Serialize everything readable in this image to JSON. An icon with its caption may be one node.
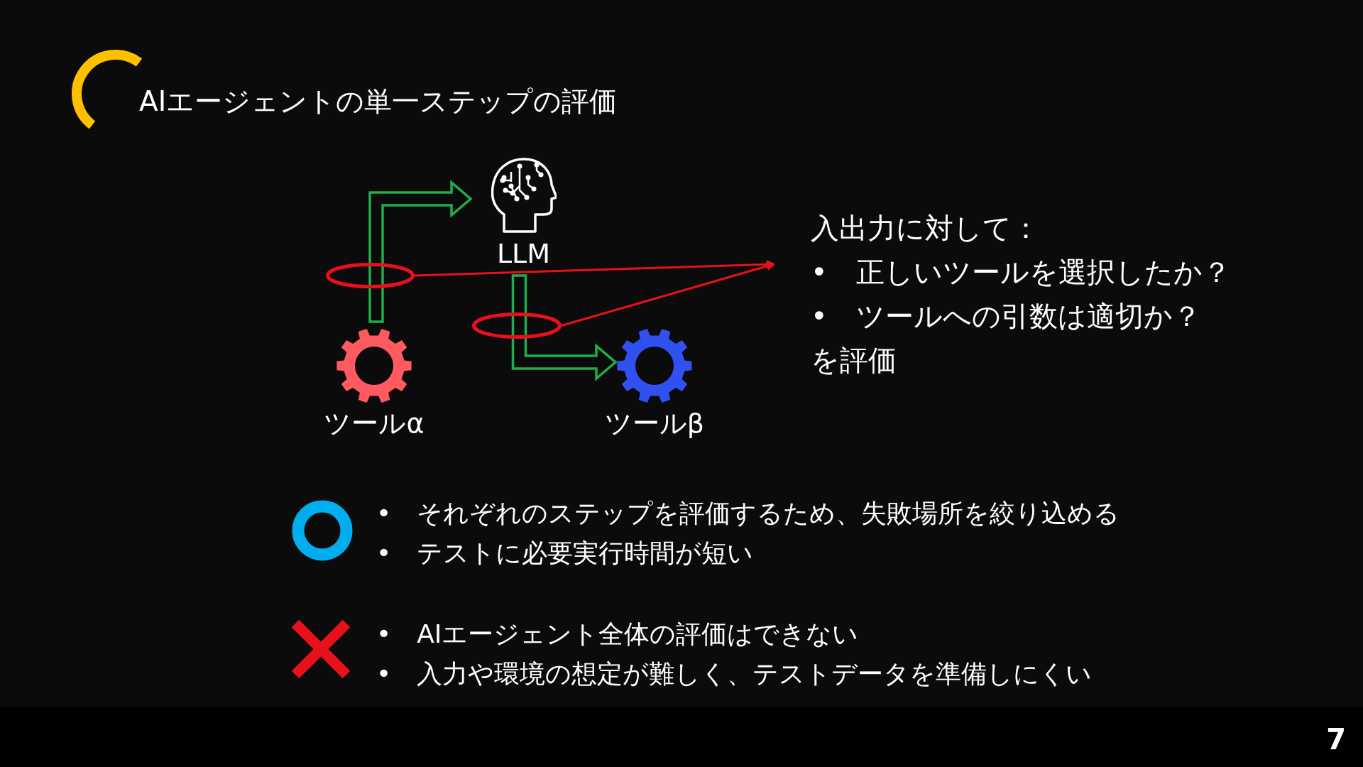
{
  "diagram": {
    "title": "AIエージェントの単一ステップの評価",
    "nodes": [
      {
        "text": [
          "LLM"
        ]
      },
      {
        "text": [
          "ツールα"
        ]
      },
      {
        "text": [
          "ツールβ"
        ]
      },
      {
        "text": [],
        "shape": "ellipse"
      },
      {
        "text": [],
        "shape": "ellipse"
      },
      {
        "text": [
          "入出力に対して：",
          "•　正しいツールを選択したか？",
          "•　ツールへの引数は適切か？",
          "を評価"
        ]
      }
    ],
    "edges": [
      {
        "from": 1,
        "to": 0,
        "arrow": "to",
        "style": "thick"
      },
      {
        "from": 0,
        "to": 2,
        "arrow": "to",
        "style": "thick"
      },
      {
        "from": 3,
        "to": 5,
        "arrow": "to",
        "color": "#e8101a"
      },
      {
        "from": 4,
        "to": 5,
        "arrow": "to",
        "color": "#e8101a"
      }
    ],
    "labels": [
      "•　それぞれのステップを評価するため、失敗場所を絞り込める",
      "•　テストに必要実行時間が短い",
      "•　AIエージェント全体の評価はできない",
      "•　入力や環境の想定が難しく、テストデータを準備しにくい",
      "7"
    ]
  }
}
